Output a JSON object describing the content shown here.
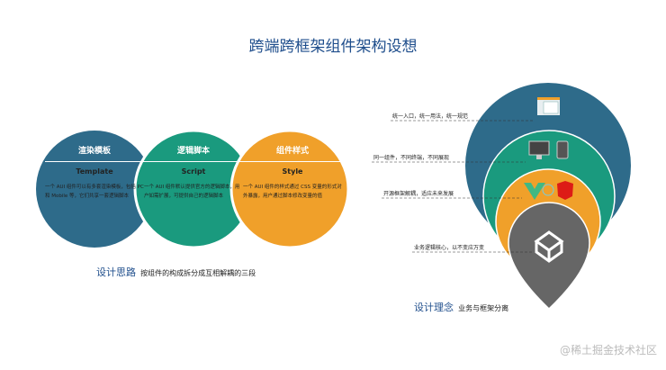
{
  "title": "跨端跨框架组件架构设想",
  "left": {
    "circles": [
      {
        "title": "渲染模板",
        "en": "Template",
        "desc": "一个 AUI 组件可以有多套渲染模板，包括 PC 和 Mobile 等，它们共享一套逻辑脚本",
        "color": "#2e6b8a"
      },
      {
        "title": "逻辑脚本",
        "en": "Script",
        "desc": "一个 AUI 组件默认提供官方的逻辑脚本，用户如需扩展，可提供自己的逻辑脚本",
        "color": "#1a9a7e"
      },
      {
        "title": "组件样式",
        "en": "Style",
        "desc": "一个 AUI 组件的样式通过 CSS 变量的形式对外暴露，用户通过脚本修改变量的值",
        "color": "#f0a02a"
      }
    ],
    "caption": "设计思路",
    "caption_sub": "按组件的构成拆分成互相解耦的三段"
  },
  "right": {
    "layers": [
      {
        "label": "统一入口，统一用法，统一规范",
        "icon": "table-icon",
        "color": "#2e6b8a"
      },
      {
        "label": "同一组件，不同终端，不同展现",
        "icon": "devices-icon",
        "color": "#1a9a7e"
      },
      {
        "label": "开源框架解耦，适应未来发展",
        "icon": "framework-logos-icon",
        "color": "#f0a02a"
      },
      {
        "label": "业务逻辑核心，以不变应万变",
        "icon": "codepen-cube-icon",
        "color": "#666666"
      }
    ],
    "caption": "设计理念",
    "caption_sub": "业务与框架分离"
  },
  "watermark": "@稀土掘金技术社区"
}
